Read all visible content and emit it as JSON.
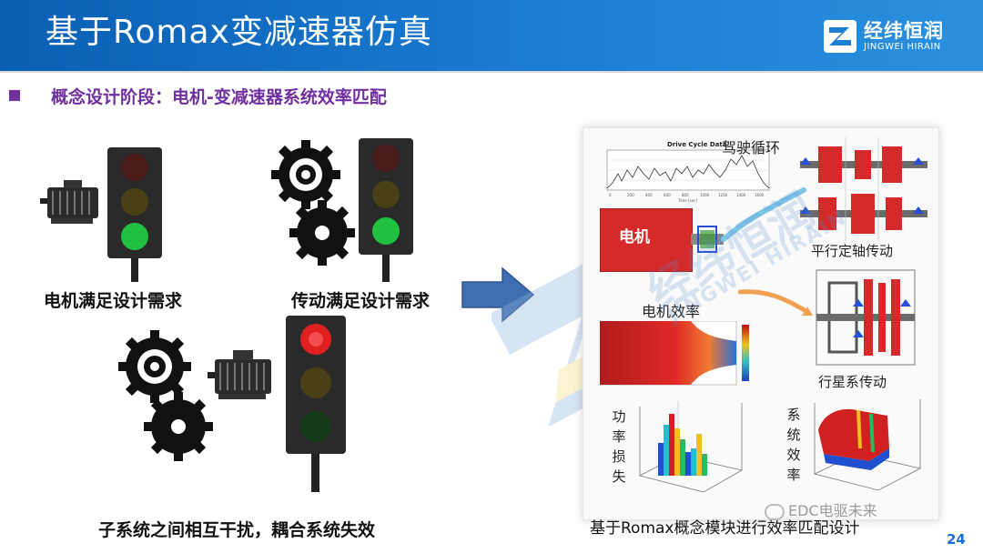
{
  "header": {
    "title": "基于Romax变减速器仿真",
    "logo_cn": "经纬恒润",
    "logo_en": "JINGWEI HIRAIN"
  },
  "subtitle": "概念设计阶段：电机-变减速器系统效率匹配",
  "captions": {
    "motor_ok": "电机满足设计需求",
    "transmission_ok": "传动满足设计需求",
    "coupling_fail": "子系统之间相互干扰，耦合系统失效"
  },
  "panel": {
    "drive_cycle_title": "Drive Cycle Data",
    "drive_cycle_label": "驾驶循环",
    "motor_box": "电机",
    "motor_efficiency": "电机效率",
    "parallel_shaft": "平行定轴传动",
    "planetary": "行星系传动",
    "power_loss": "功率损失",
    "system_efficiency": "系统效率",
    "watermark_cn": "经纬恒润",
    "watermark_en": "JINGWEI HIRAIN"
  },
  "bottom_caption": "基于Romax概念模块进行效率匹配设计",
  "wechat_text": "EDC电驱未来",
  "page_number": "24",
  "colors": {
    "header": "#1c7fd4",
    "subtitle": "#7030a0",
    "signal_red": "#e02020",
    "signal_green": "#22c040",
    "motor_box": "#d42a2a"
  }
}
